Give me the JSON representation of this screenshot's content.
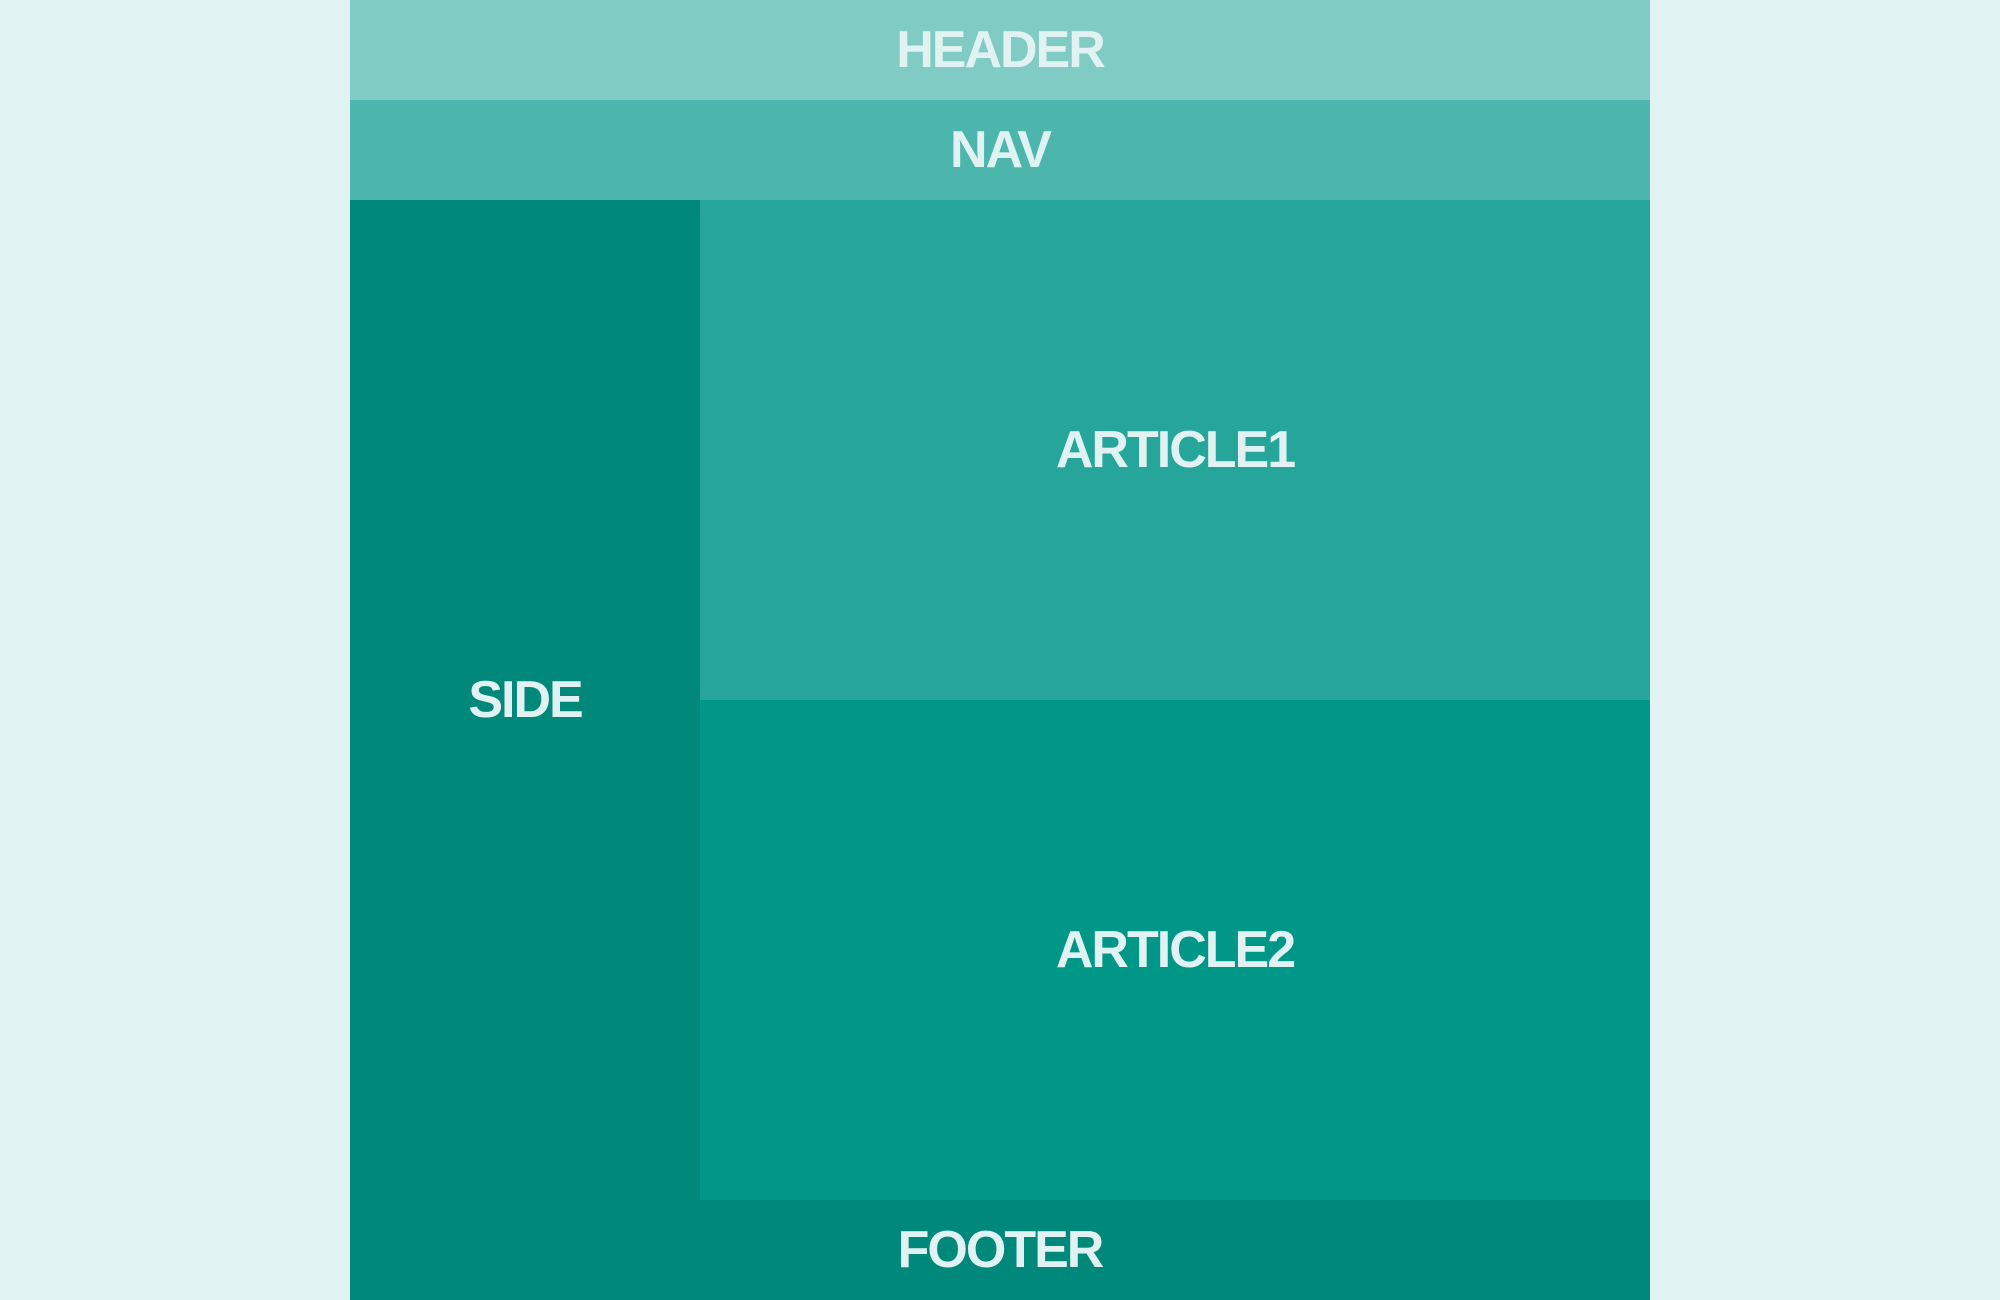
{
  "colors": {
    "page_background": "#e0f2f1",
    "label_text": "#e0f2f1",
    "header": "#80cbc4",
    "nav": "#4db6ac",
    "side": "#00897b",
    "article1": "#26a69a",
    "article2": "#009688",
    "footer": "#00897b"
  },
  "layout": {
    "header": {
      "label": "HEADER"
    },
    "nav": {
      "label": "NAV"
    },
    "side": {
      "label": "SIDE"
    },
    "article1": {
      "label": "ARTICLE1"
    },
    "article2": {
      "label": "ARTICLE2"
    },
    "footer": {
      "label": "FOOTER"
    }
  }
}
